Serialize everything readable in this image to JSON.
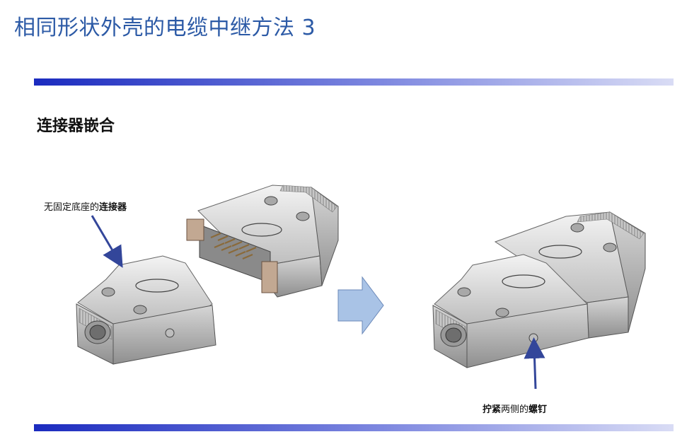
{
  "title": "相同形状外壳的电缆中继方法 3",
  "section_title": "连接器嵌合",
  "callouts": {
    "left_normal": "无固定底座的",
    "left_bold": "连接器",
    "right_bold_a": "拧紧",
    "right_normal": "两侧的",
    "right_bold_b": "螺钉"
  },
  "colors": {
    "title": "#2c5aa6",
    "band_start": "#1b2bbf",
    "band_end": "#d9dcf5",
    "arrow_fill": "#a9c3e6",
    "pointer": "#33469a"
  }
}
